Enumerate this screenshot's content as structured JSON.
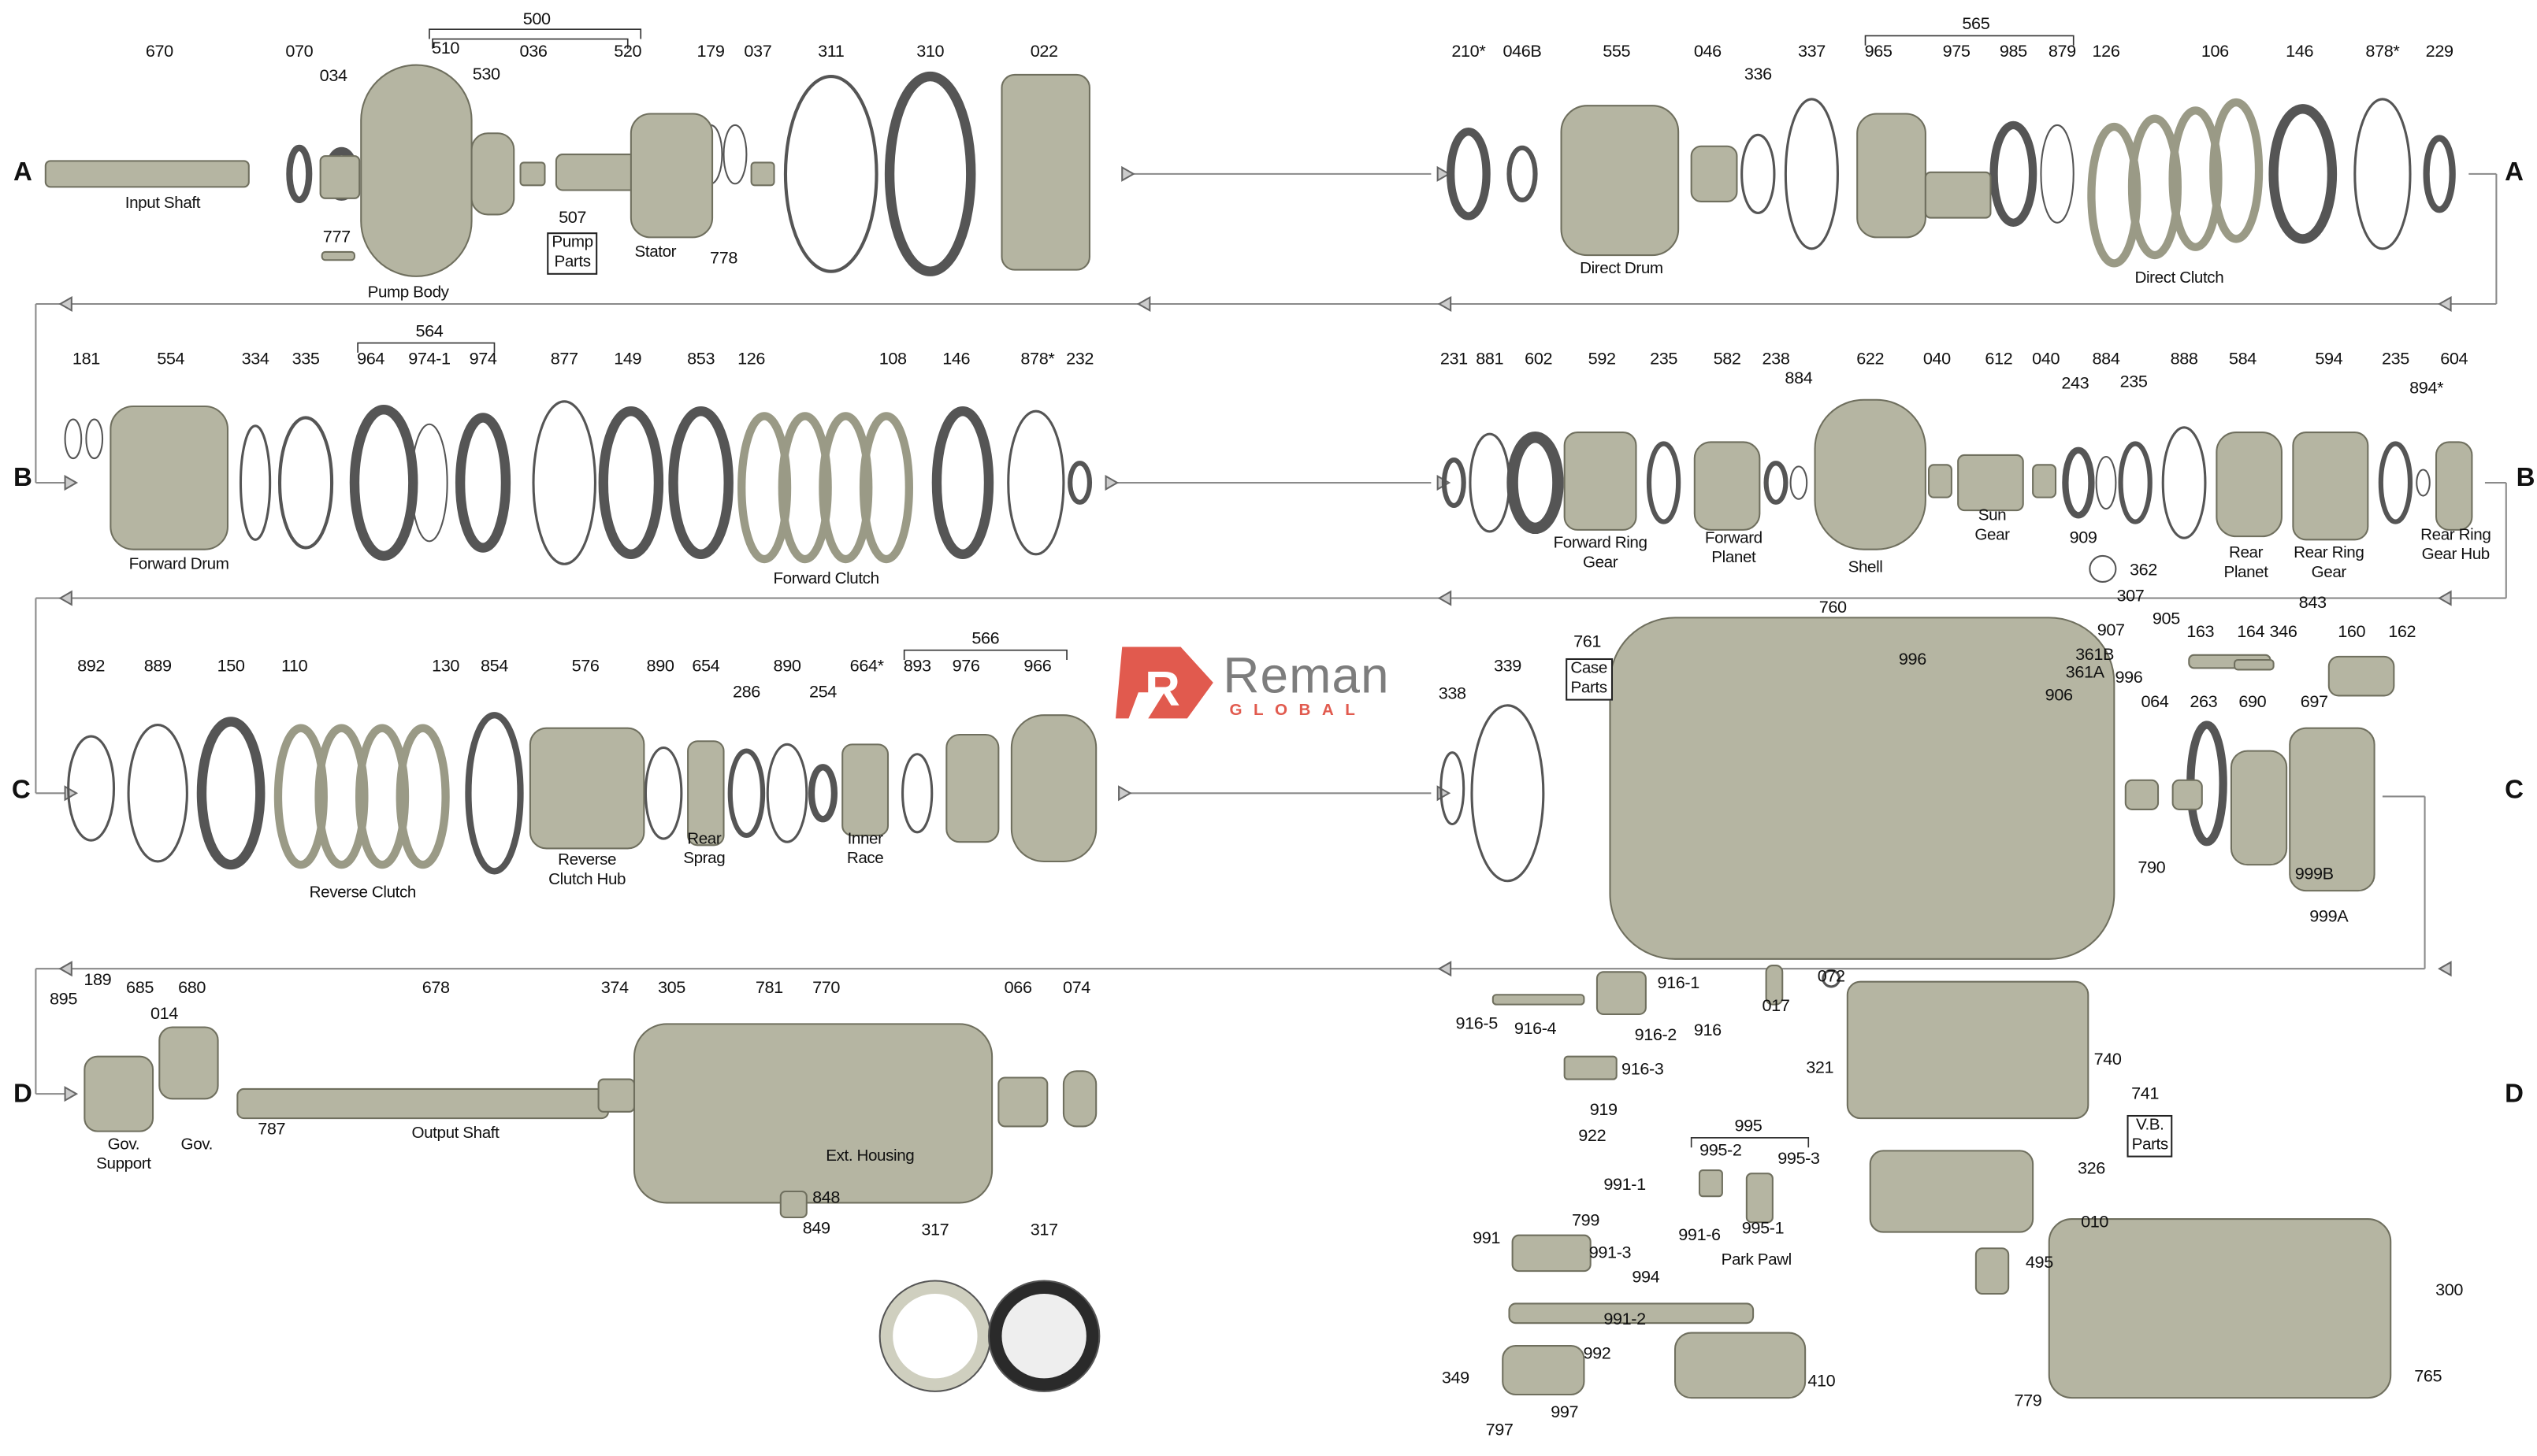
{
  "logo": {
    "word": "Reman",
    "sub": "GLOBAL",
    "accent": "#e15a4e"
  },
  "row_letters": [
    "A",
    "A",
    "B",
    "B",
    "C",
    "C",
    "D",
    "D"
  ],
  "callouts": [
    "670",
    "070",
    "034",
    "500",
    "510",
    "530",
    "036",
    "520",
    "179",
    "037",
    "311",
    "310",
    "022",
    "777",
    "Input Shaft",
    "Pump Body",
    "507",
    "Pump\nParts",
    "Stator",
    "778",
    "210*",
    "046B",
    "555",
    "046",
    "336",
    "337",
    "565",
    "965",
    "975",
    "985",
    "879",
    "126",
    "106",
    "146",
    "878*",
    "229",
    "Direct Drum",
    "Direct Clutch",
    "181",
    "554",
    "334",
    "335",
    "564",
    "964",
    "974-1",
    "974",
    "877",
    "149",
    "853",
    "126",
    "108",
    "146",
    "878*",
    "232",
    "Forward Drum",
    "Forward Clutch",
    "231",
    "881",
    "602",
    "592",
    "235",
    "582",
    "238",
    "884",
    "622",
    "040",
    "612",
    "040",
    "884",
    "243",
    "235",
    "888",
    "584",
    "594",
    "235",
    "604",
    "894*",
    "Forward Ring\nGear",
    "Forward\nPlanet",
    "Shell",
    "Sun\nGear",
    "Rear\nPlanet",
    "Rear Ring\nGear",
    "Rear Ring\nGear Hub",
    "892",
    "889",
    "150",
    "110",
    "130",
    "854",
    "576",
    "890",
    "654",
    "890",
    "286",
    "254",
    "664*",
    "566",
    "893",
    "976",
    "966",
    "Reverse Clutch",
    "Reverse\nClutch Hub",
    "Rear\nSprag",
    "Inner\nRace",
    "338",
    "339",
    "761",
    "Case\nParts",
    "760",
    "996",
    "909",
    "362",
    "307",
    "905",
    "907",
    "361B",
    "361A",
    "996",
    "906",
    "163",
    "164",
    "346",
    "843",
    "160",
    "162",
    "064",
    "263",
    "690",
    "697",
    "790",
    "999B",
    "999A",
    "895",
    "189",
    "685",
    "680",
    "014",
    "678",
    "374",
    "305",
    "781",
    "770",
    "066",
    "074",
    "Gov.\nSupport",
    "Gov.",
    "787",
    "Output Shaft",
    "Ext. Housing",
    "848",
    "849",
    "317",
    "317",
    "916-5",
    "916-4",
    "916-1",
    "916-2",
    "916",
    "916-3",
    "017",
    "072",
    "919",
    "922",
    "321",
    "740",
    "741",
    "V.B.\nParts",
    "995",
    "995-2",
    "995-3",
    "991-1",
    "991-6",
    "995-1",
    "Park Pawl",
    "326",
    "799",
    "991",
    "991-3",
    "994",
    "991-2",
    "010",
    "495",
    "300",
    "992",
    "349",
    "410",
    "765",
    "997",
    "797",
    "779"
  ]
}
